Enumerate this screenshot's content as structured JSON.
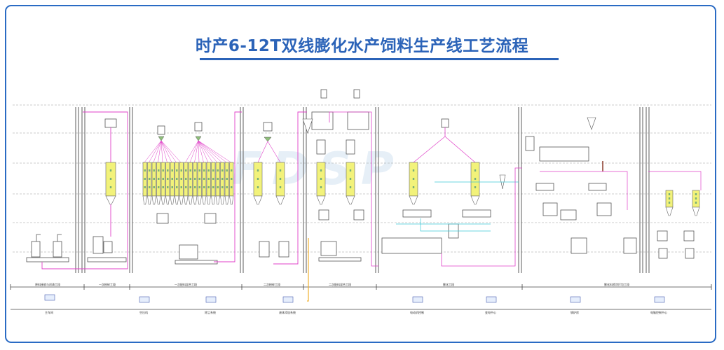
{
  "title": "时产6-12T双线膨化水产饲料生产线工艺流程",
  "watermark": "FDSP",
  "sections": [
    {
      "label": "原料接收与初清工段"
    },
    {
      "label": "一次粉碎工段"
    },
    {
      "label": "一次配料混合工段"
    },
    {
      "label": "二次粉碎工段"
    },
    {
      "label": "二次配料混合工段"
    },
    {
      "label": "膨化工段"
    },
    {
      "label": "膨化料喷涂打包工段"
    }
  ],
  "utilities": [
    {
      "label": "主车间"
    },
    {
      "label": "空压机"
    },
    {
      "label": "除尘系统"
    },
    {
      "label": "液体添加系统"
    },
    {
      "label": "电动机控制"
    },
    {
      "label": "变电中心"
    },
    {
      "label": "锅炉房"
    },
    {
      "label": "电脑控制中心"
    }
  ],
  "colors": {
    "frame": "#2a6bc4",
    "title": "#2b63b8",
    "pipe": "#e040c8",
    "bin_fill": "#f2f27a",
    "cyan_pipe": "#3cc8d8",
    "liquid_pipe": "#f0b030",
    "machine": "#555555"
  }
}
